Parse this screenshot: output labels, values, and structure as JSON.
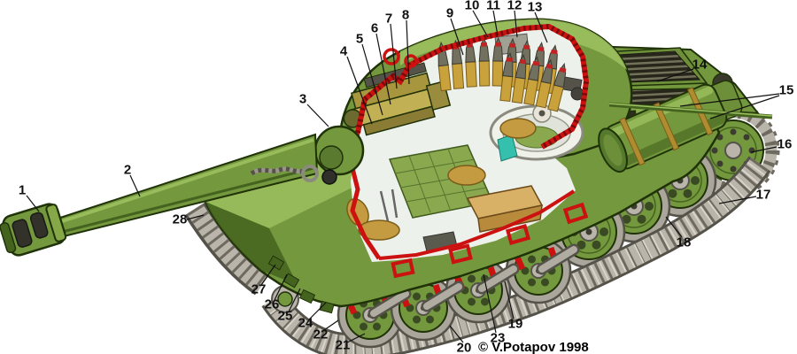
{
  "diagram": {
    "copyright": "© V.Potapov 1998"
  },
  "callouts": [
    "1",
    "2",
    "3",
    "4",
    "5",
    "6",
    "7",
    "8",
    "9",
    "10",
    "11",
    "12",
    "13",
    "14",
    "15",
    "16",
    "17",
    "18",
    "19",
    "20",
    "21",
    "22",
    "23",
    "24",
    "25",
    "26",
    "27",
    "28"
  ],
  "colors": {
    "background": "#FFFFFF",
    "tank_green": "#74983D",
    "tank_green_light": "#9CC05E",
    "tank_green_dark": "#44631F",
    "outline": "#203208",
    "cutaway_red": "#CC1111",
    "interior_white": "#EDF1EC",
    "floor_green": "#8AA84E",
    "shell_brass": "#C9A23B",
    "shell_tip": "#72705F",
    "seat_tan": "#C49B40",
    "wood_box": "#C89A4A",
    "recoil_guard_teal": "#35C0AE",
    "track_grey": "#B9B5AB",
    "track_dark": "#6E6A60",
    "track_edge": "#55524A",
    "grille_dark": "#2E2E1E",
    "strap_brass": "#B08C30",
    "label_color": "#111111"
  }
}
